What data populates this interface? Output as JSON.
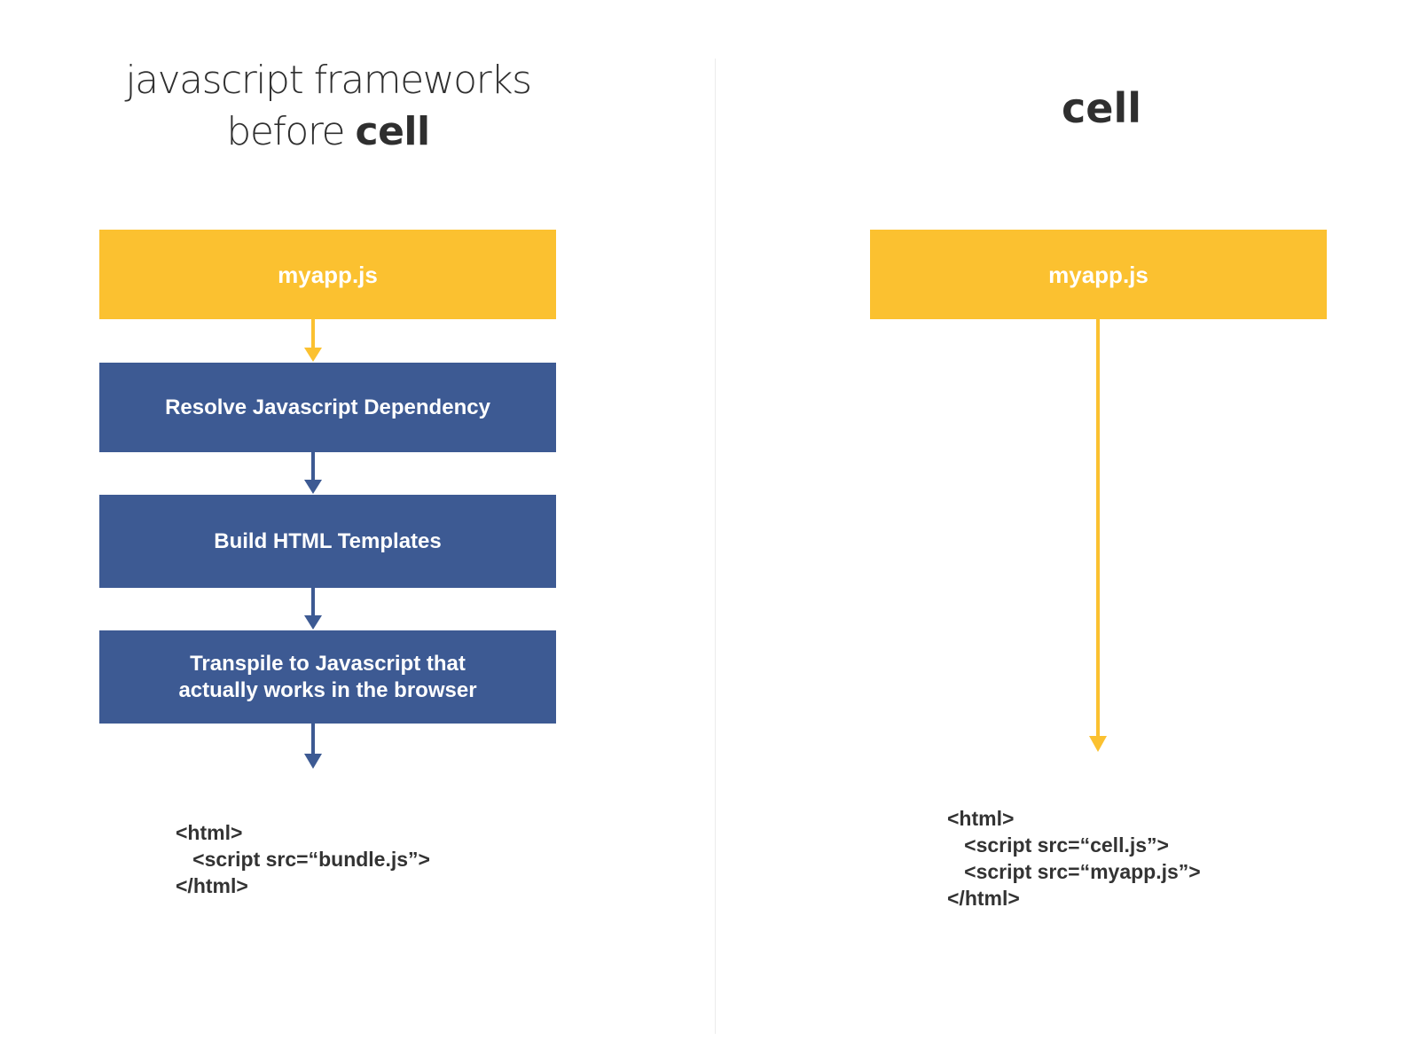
{
  "left": {
    "title_line1": "javascript frameworks",
    "title_line2_plain": "before ",
    "title_line2_bold": "cell",
    "boxes": [
      {
        "label": "myapp.js",
        "color": "#fbc130"
      },
      {
        "label": "Resolve Javascript Dependency",
        "color": "#3d5a93"
      },
      {
        "label": "Build HTML Templates",
        "color": "#3d5a93"
      },
      {
        "label_line1": "Transpile to Javascript that",
        "label_line2": "actually works in the browser",
        "color": "#3d5a93"
      }
    ],
    "code_lines": [
      "<html>",
      "   <script src=“bundle.js”>",
      "</html>"
    ]
  },
  "right": {
    "title": "cell",
    "boxes": [
      {
        "label": "myapp.js",
        "color": "#fbc130"
      }
    ],
    "code_lines": [
      "<html>",
      "   <script src=“cell.js”>",
      "   <script src=“myapp.js”>",
      "</html>"
    ]
  },
  "colors": {
    "yellow": "#fbc130",
    "blue": "#3d5a93",
    "text": "#2f2f2f"
  }
}
